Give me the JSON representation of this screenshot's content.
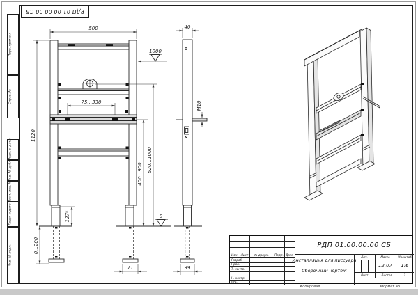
{
  "meta": {
    "stamp_rotated": "РДП 01.00.00.00 СБ",
    "copied_label": "Копировал",
    "format_label": "Формат А3"
  },
  "margin_labels": [
    "Перв. примен.",
    "Справ. №",
    "Подп. и дата",
    "Инв. № дубл.",
    "Взам. инв. №",
    "Подп. и дата",
    "Инв. № подл."
  ],
  "title_block": {
    "designation": "РДП 01.00.00.00 СБ",
    "name_line1": "Инсталляция для писсуара",
    "name_line2": "Сборочный чертеж",
    "header_cells": [
      "Изм.",
      "Лист",
      "№ докум.",
      "Подп.",
      "Дата"
    ],
    "rows": [
      "Разраб.",
      "Пров.",
      "Т. контр.",
      "",
      "Н. контр.",
      "Утв."
    ],
    "lit_label": "Лит.",
    "mass_label": "Масса",
    "scale_label": "Масштаб",
    "mass_value": "12.07",
    "scale_value": "1:6",
    "sheet_label": "Лист",
    "sheets_label": "Листов",
    "sheets_value": "1"
  },
  "dimensions": {
    "front_width": "500",
    "rail_span": "75...330",
    "frame_height": "1120",
    "leg_adjust": "127*",
    "leg_range": "0...200",
    "range_lower": "400...900",
    "range_upper": "520...1000",
    "foot_front": "71",
    "level_top": "1000",
    "level_zero": "0",
    "side_depth": "40",
    "thread": "M10",
    "foot_side": "39"
  }
}
